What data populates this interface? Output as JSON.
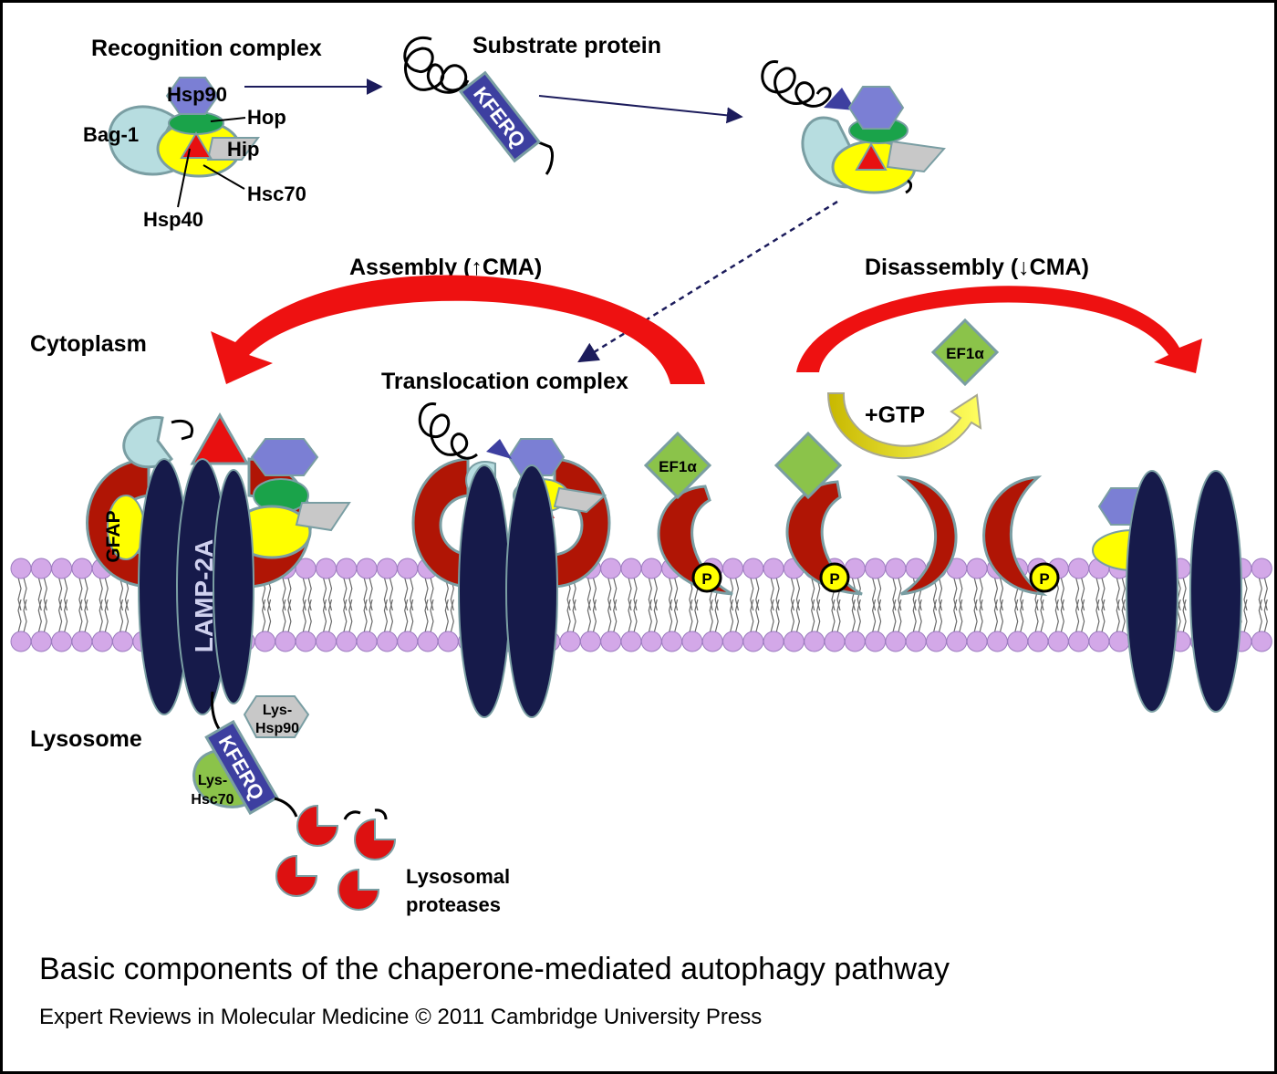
{
  "labels": {
    "recognition_complex": "Recognition complex",
    "substrate_protein": "Substrate protein",
    "hsp90": "Hsp90",
    "hop": "Hop",
    "bag1": "Bag-1",
    "hip": "Hip",
    "hsc70": "Hsc70",
    "hsp40": "Hsp40",
    "kferq": "KFERQ",
    "assembly": "Assembly (↑CMA)",
    "disassembly": "Disassembly (↓CMA)",
    "cytoplasm": "Cytoplasm",
    "translocation_complex": "Translocation complex",
    "gtp": "+GTP",
    "ef1a": "EF1α",
    "gfap": "GFAP",
    "lamp2a": "LAMP-2A",
    "phospho": "P",
    "lysosome": "Lysosome",
    "lys_hsp90_line1": "Lys-",
    "lys_hsp90_line2": "Hsp90",
    "lys_hsc70_line1": "Lys-",
    "lys_hsc70_line2": "Hsc70",
    "proteases_line1": "Lysosomal",
    "proteases_line2": "proteases"
  },
  "caption": "Basic components of the chaperone-mediated autophagy pathway",
  "credit": "Expert Reviews in Molecular Medicine © 2011 Cambridge University Press",
  "colors": {
    "hsp90": "#7b7fd4",
    "bag1": "#b7dde0",
    "hop": "#1aa34a",
    "hip": "#c8c8c8",
    "hsc70": "#ffff00",
    "hsp40": "#e81010",
    "lamp2a": "#161a4a",
    "gfap": "#b01505",
    "ef1a": "#8bc34a",
    "kferq": "#3d3fa0",
    "lipid_head": "#d3a8e8",
    "arrow_red": "#ee1111",
    "protease": "#dd1111"
  }
}
